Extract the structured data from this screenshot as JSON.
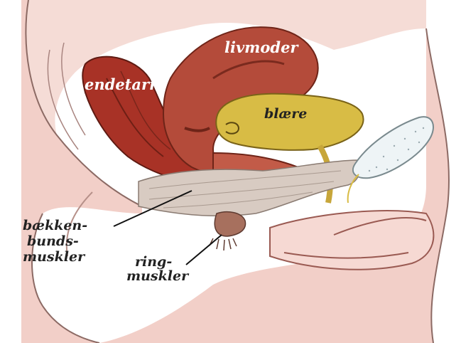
{
  "diagram": {
    "labels": {
      "uterus": "livmoder",
      "rectum": "endetarm",
      "bladder": "blære",
      "pelvic_floor_muscles": [
        "bækken-",
        "bunds-",
        "muskler"
      ],
      "ring_muscles": [
        "ring-",
        "muskler"
      ]
    },
    "colors": {
      "skin": "#f2cfc8",
      "skin_shadow": "#d9a9a2",
      "rectum": "#a83226",
      "uterus": "#b44b3a",
      "bladder": "#d8bc45",
      "pelvic_floor": "#d8cbc2",
      "tampon": "#eef4f6",
      "label_light": "#ffffff",
      "label_dark": "#222222"
    }
  }
}
